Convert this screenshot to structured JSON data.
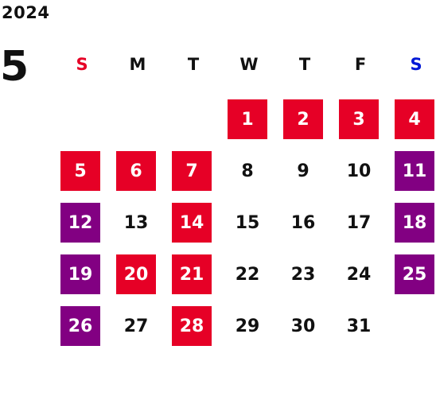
{
  "calendar": {
    "year": "2024",
    "month": "5",
    "weekdays": [
      {
        "label": "S",
        "color": "#e60026"
      },
      {
        "label": "M",
        "color": "#111111"
      },
      {
        "label": "T",
        "color": "#111111"
      },
      {
        "label": "W",
        "color": "#111111"
      },
      {
        "label": "T",
        "color": "#111111"
      },
      {
        "label": "F",
        "color": "#111111"
      },
      {
        "label": "S",
        "color": "#0018d6"
      }
    ],
    "first_weekday_index": 3,
    "days": [
      {
        "day": "1",
        "style": "holiday"
      },
      {
        "day": "2",
        "style": "holiday"
      },
      {
        "day": "3",
        "style": "holiday"
      },
      {
        "day": "4",
        "style": "holiday"
      },
      {
        "day": "5",
        "style": "holiday"
      },
      {
        "day": "6",
        "style": "holiday"
      },
      {
        "day": "7",
        "style": "holiday"
      },
      {
        "day": "8",
        "style": "plain"
      },
      {
        "day": "9",
        "style": "plain"
      },
      {
        "day": "10",
        "style": "plain"
      },
      {
        "day": "11",
        "style": "saturday"
      },
      {
        "day": "12",
        "style": "saturday"
      },
      {
        "day": "13",
        "style": "plain"
      },
      {
        "day": "14",
        "style": "holiday"
      },
      {
        "day": "15",
        "style": "plain"
      },
      {
        "day": "16",
        "style": "plain"
      },
      {
        "day": "17",
        "style": "plain"
      },
      {
        "day": "18",
        "style": "saturday"
      },
      {
        "day": "19",
        "style": "saturday"
      },
      {
        "day": "20",
        "style": "holiday"
      },
      {
        "day": "21",
        "style": "holiday"
      },
      {
        "day": "22",
        "style": "plain"
      },
      {
        "day": "23",
        "style": "plain"
      },
      {
        "day": "24",
        "style": "plain"
      },
      {
        "day": "25",
        "style": "saturday"
      },
      {
        "day": "26",
        "style": "saturday"
      },
      {
        "day": "27",
        "style": "plain"
      },
      {
        "day": "28",
        "style": "holiday"
      },
      {
        "day": "29",
        "style": "plain"
      },
      {
        "day": "30",
        "style": "plain"
      },
      {
        "day": "31",
        "style": "plain"
      }
    ],
    "colors": {
      "holiday": "#e60026",
      "saturday": "#820082",
      "text": "#111111"
    }
  }
}
